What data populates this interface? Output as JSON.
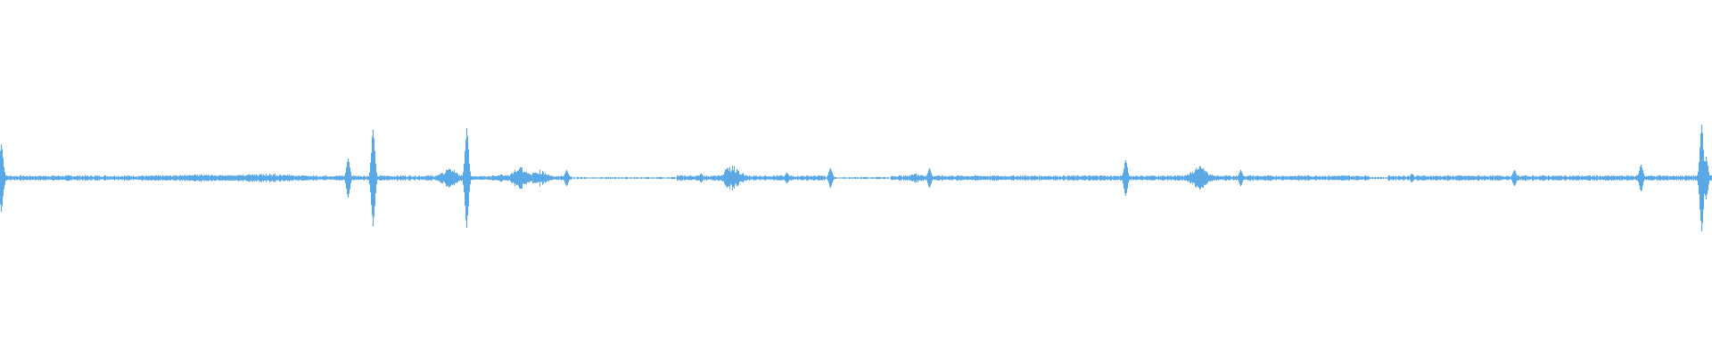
{
  "waveform": {
    "color": "#5aa9e6",
    "baseline_amplitude": 0.012,
    "peaks": [
      {
        "position": 0.0005,
        "amplitude": 0.19,
        "kind": "spike"
      },
      {
        "position": 0.0012,
        "amplitude": 0.12,
        "kind": "spike"
      },
      {
        "position": 0.117,
        "amplitude": 0.02,
        "kind": "noise"
      },
      {
        "position": 0.155,
        "amplitude": 0.025,
        "kind": "noise"
      },
      {
        "position": 0.203,
        "amplitude": 0.11,
        "kind": "spike"
      },
      {
        "position": 0.2175,
        "amplitude": 0.27,
        "kind": "spike"
      },
      {
        "position": 0.2625,
        "amplitude": 0.05,
        "kind": "cluster"
      },
      {
        "position": 0.2725,
        "amplitude": 0.28,
        "kind": "spike"
      },
      {
        "position": 0.2925,
        "amplitude": 0.02,
        "kind": "cluster"
      },
      {
        "position": 0.3035,
        "amplitude": 0.06,
        "kind": "cluster"
      },
      {
        "position": 0.315,
        "amplitude": 0.045,
        "kind": "cluster"
      },
      {
        "position": 0.3305,
        "amplitude": 0.045,
        "kind": "spike"
      },
      {
        "position": 0.4095,
        "amplitude": 0.025,
        "kind": "spike"
      },
      {
        "position": 0.4275,
        "amplitude": 0.07,
        "kind": "cluster"
      },
      {
        "position": 0.4595,
        "amplitude": 0.03,
        "kind": "spike"
      },
      {
        "position": 0.485,
        "amplitude": 0.055,
        "kind": "spike"
      },
      {
        "position": 0.535,
        "amplitude": 0.025,
        "kind": "cluster"
      },
      {
        "position": 0.5425,
        "amplitude": 0.055,
        "kind": "spike"
      },
      {
        "position": 0.6425,
        "amplitude": 0.015,
        "kind": "spike"
      },
      {
        "position": 0.6575,
        "amplitude": 0.1,
        "kind": "spike"
      },
      {
        "position": 0.7005,
        "amplitude": 0.065,
        "kind": "cluster"
      },
      {
        "position": 0.7245,
        "amplitude": 0.045,
        "kind": "spike"
      },
      {
        "position": 0.8245,
        "amplitude": 0.025,
        "kind": "spike"
      },
      {
        "position": 0.8845,
        "amplitude": 0.045,
        "kind": "spike"
      },
      {
        "position": 0.9585,
        "amplitude": 0.075,
        "kind": "spike"
      },
      {
        "position": 0.994,
        "amplitude": 0.3,
        "kind": "spike"
      },
      {
        "position": 0.9965,
        "amplitude": 0.12,
        "kind": "spike"
      }
    ],
    "gaps": [
      {
        "start": 0.3335,
        "end": 0.395
      },
      {
        "start": 0.482,
        "end": 0.52
      },
      {
        "start": 0.8,
        "end": 0.81
      }
    ]
  }
}
